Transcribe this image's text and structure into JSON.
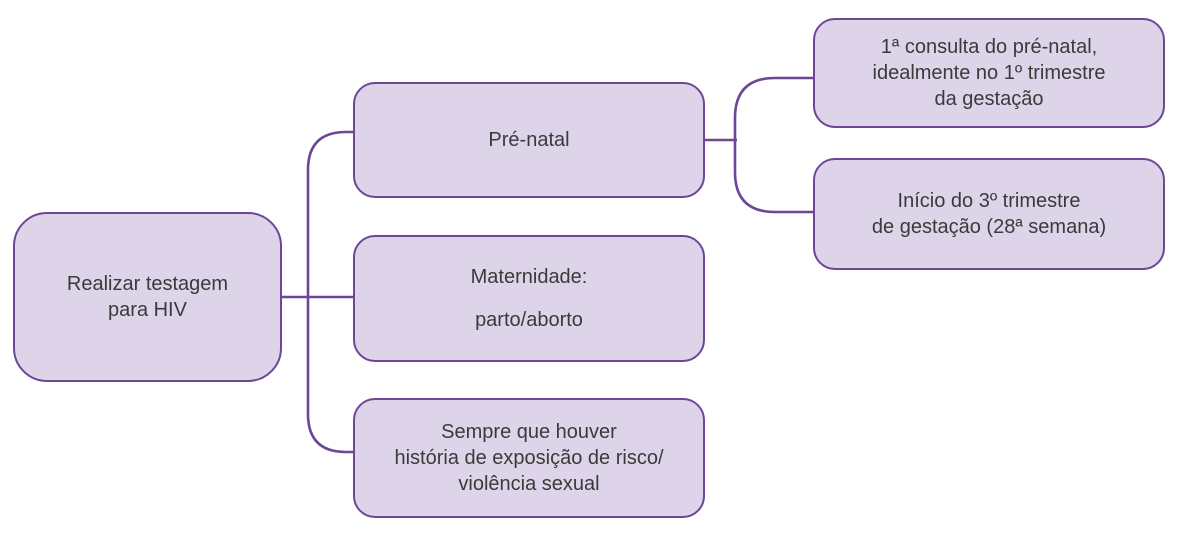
{
  "diagram": {
    "type": "flowchart",
    "colors": {
      "box_fill": "#ddd4ea",
      "box_border": "#6d4795",
      "connector": "#6d4795",
      "text": "#3a3a3a",
      "background": "#ffffff"
    },
    "nodes": {
      "root": {
        "text": "Realizar testagem para HIV",
        "lines": [
          "Realizar testagem",
          "para HIV"
        ]
      },
      "prenatal": {
        "text": "Pré-natal",
        "lines": [
          "Pré-natal"
        ]
      },
      "maternidade": {
        "text": "Maternidade: parto/aborto",
        "lines": [
          "Maternidade:",
          "parto/aborto"
        ]
      },
      "sempre": {
        "text": "Sempre que houver história de exposição de risco/ violência sexual",
        "lines": [
          "Sempre que houver",
          "história de exposição de risco/",
          "violência sexual"
        ]
      },
      "consulta": {
        "text": "1ª consulta do pré-natal, idealmente no 1º trimestre da gestação",
        "lines": [
          "1ª consulta do pré-natal,",
          "idealmente no 1º trimestre",
          "da gestação"
        ]
      },
      "inicio": {
        "text": "Início do 3º trimestre de gestação (28ª semana)",
        "lines": [
          "Início do 3º trimestre",
          "de gestação (28ª semana)"
        ]
      }
    },
    "edges": [
      {
        "from": "root",
        "to": "prenatal"
      },
      {
        "from": "root",
        "to": "maternidade"
      },
      {
        "from": "root",
        "to": "sempre"
      },
      {
        "from": "prenatal",
        "to": "consulta"
      },
      {
        "from": "prenatal",
        "to": "inicio"
      }
    ]
  }
}
